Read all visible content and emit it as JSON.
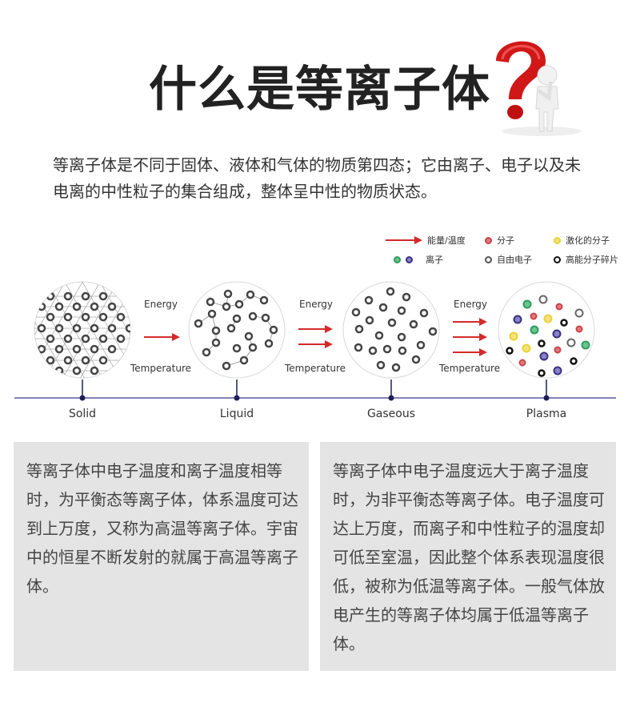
{
  "header": {
    "title": "什么是等离子体",
    "illustration": "question-mark-figure-icon"
  },
  "intro": {
    "text": "等离子体是不同于固体、液体和气体的物质第四态；它由离子、电子以及未电离的中性粒子的集合组成，整体呈中性的物质状态。"
  },
  "legend": {
    "items": [
      {
        "icon": "red-arrow-icon",
        "label": "能量/温度"
      },
      {
        "icon": "molecule-dot-icon",
        "label": "分子",
        "color": "#c8454a"
      },
      {
        "icon": "excited-molecule-dot-icon",
        "label": "激化的分子",
        "color": "#e8d23a"
      },
      {
        "icon": "ion-dots-icon",
        "label": "离子",
        "colors": [
          "#2e9e5a",
          "#5a4fa0"
        ]
      },
      {
        "icon": "free-electron-dot-icon",
        "label": "自由电子",
        "color": "#555555"
      },
      {
        "icon": "fragment-dot-icon",
        "label": "高能分子碎片",
        "color": "#111111"
      }
    ]
  },
  "diagram": {
    "energy_label": "Energy",
    "temperature_label": "Temperature",
    "states": [
      {
        "name": "Solid",
        "arrows": 0
      },
      {
        "name": "Liquid",
        "arrows": 1
      },
      {
        "name": "Gaseous",
        "arrows": 2
      },
      {
        "name": "Plasma",
        "arrows": 3
      }
    ],
    "colors": {
      "arrow": "#d42a2a",
      "timeline": "#5a5aa0",
      "node": "#1e1e5a"
    }
  },
  "cards": [
    {
      "text": "等离子体中电子温度和离子温度相等时，为平衡态等离子体，体系温度可达到上万度，又称为高温等离子体。宇宙中的恒星不断发射的就属于高温等离子体。"
    },
    {
      "text": "等离子体中电子温度远大于离子温度时，为非平衡态等离子体。电子温度可达上万度，而离子和中性粒子的温度却可低至室温，因此整个体系表现温度很低，被称为低温等离子体。一般气体放电产生的等离子体均属于低温等离子体。"
    }
  ]
}
